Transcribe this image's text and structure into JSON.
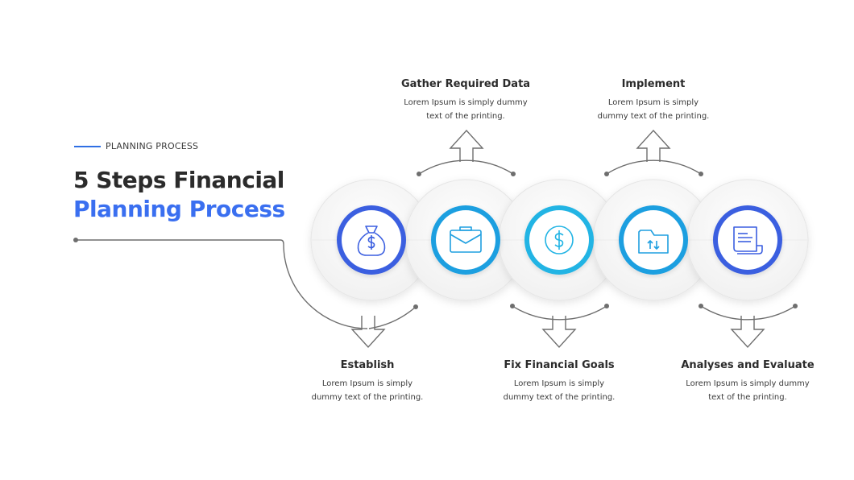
{
  "header": {
    "kicker": "PLANNING PROCESS",
    "title_line1": "5 Steps Financial",
    "title_line2": "Planning Process"
  },
  "steps": [
    {
      "title": "Establish",
      "text_line1": "Lorem Ipsum is simply",
      "text_line2": "dummy text of the printing.",
      "icon": "money-bag-icon",
      "color": "#3b5fe0"
    },
    {
      "title": "Gather Required Data",
      "text_line1": "Lorem Ipsum is simply dummy",
      "text_line2": "text of the printing.",
      "icon": "envelope-icon",
      "color": "#1f9fe0"
    },
    {
      "title": "Fix Financial Goals",
      "text_line1": "Lorem Ipsum is simply",
      "text_line2": "dummy text of the printing.",
      "icon": "dollar-coin-icon",
      "color": "#22b4e4"
    },
    {
      "title": "Implement",
      "text_line1": "Lorem Ipsum is simply",
      "text_line2": "dummy text of the printing.",
      "icon": "folder-transfer-icon",
      "color": "#1f9fe0"
    },
    {
      "title": "Analyses and Evaluate",
      "text_line1": "Lorem Ipsum is simply dummy",
      "text_line2": "text of the printing.",
      "icon": "document-icon",
      "color": "#3b5fe0"
    }
  ],
  "colors": {
    "accent": "#3a6ff0",
    "connector": "#6e6e6e"
  }
}
